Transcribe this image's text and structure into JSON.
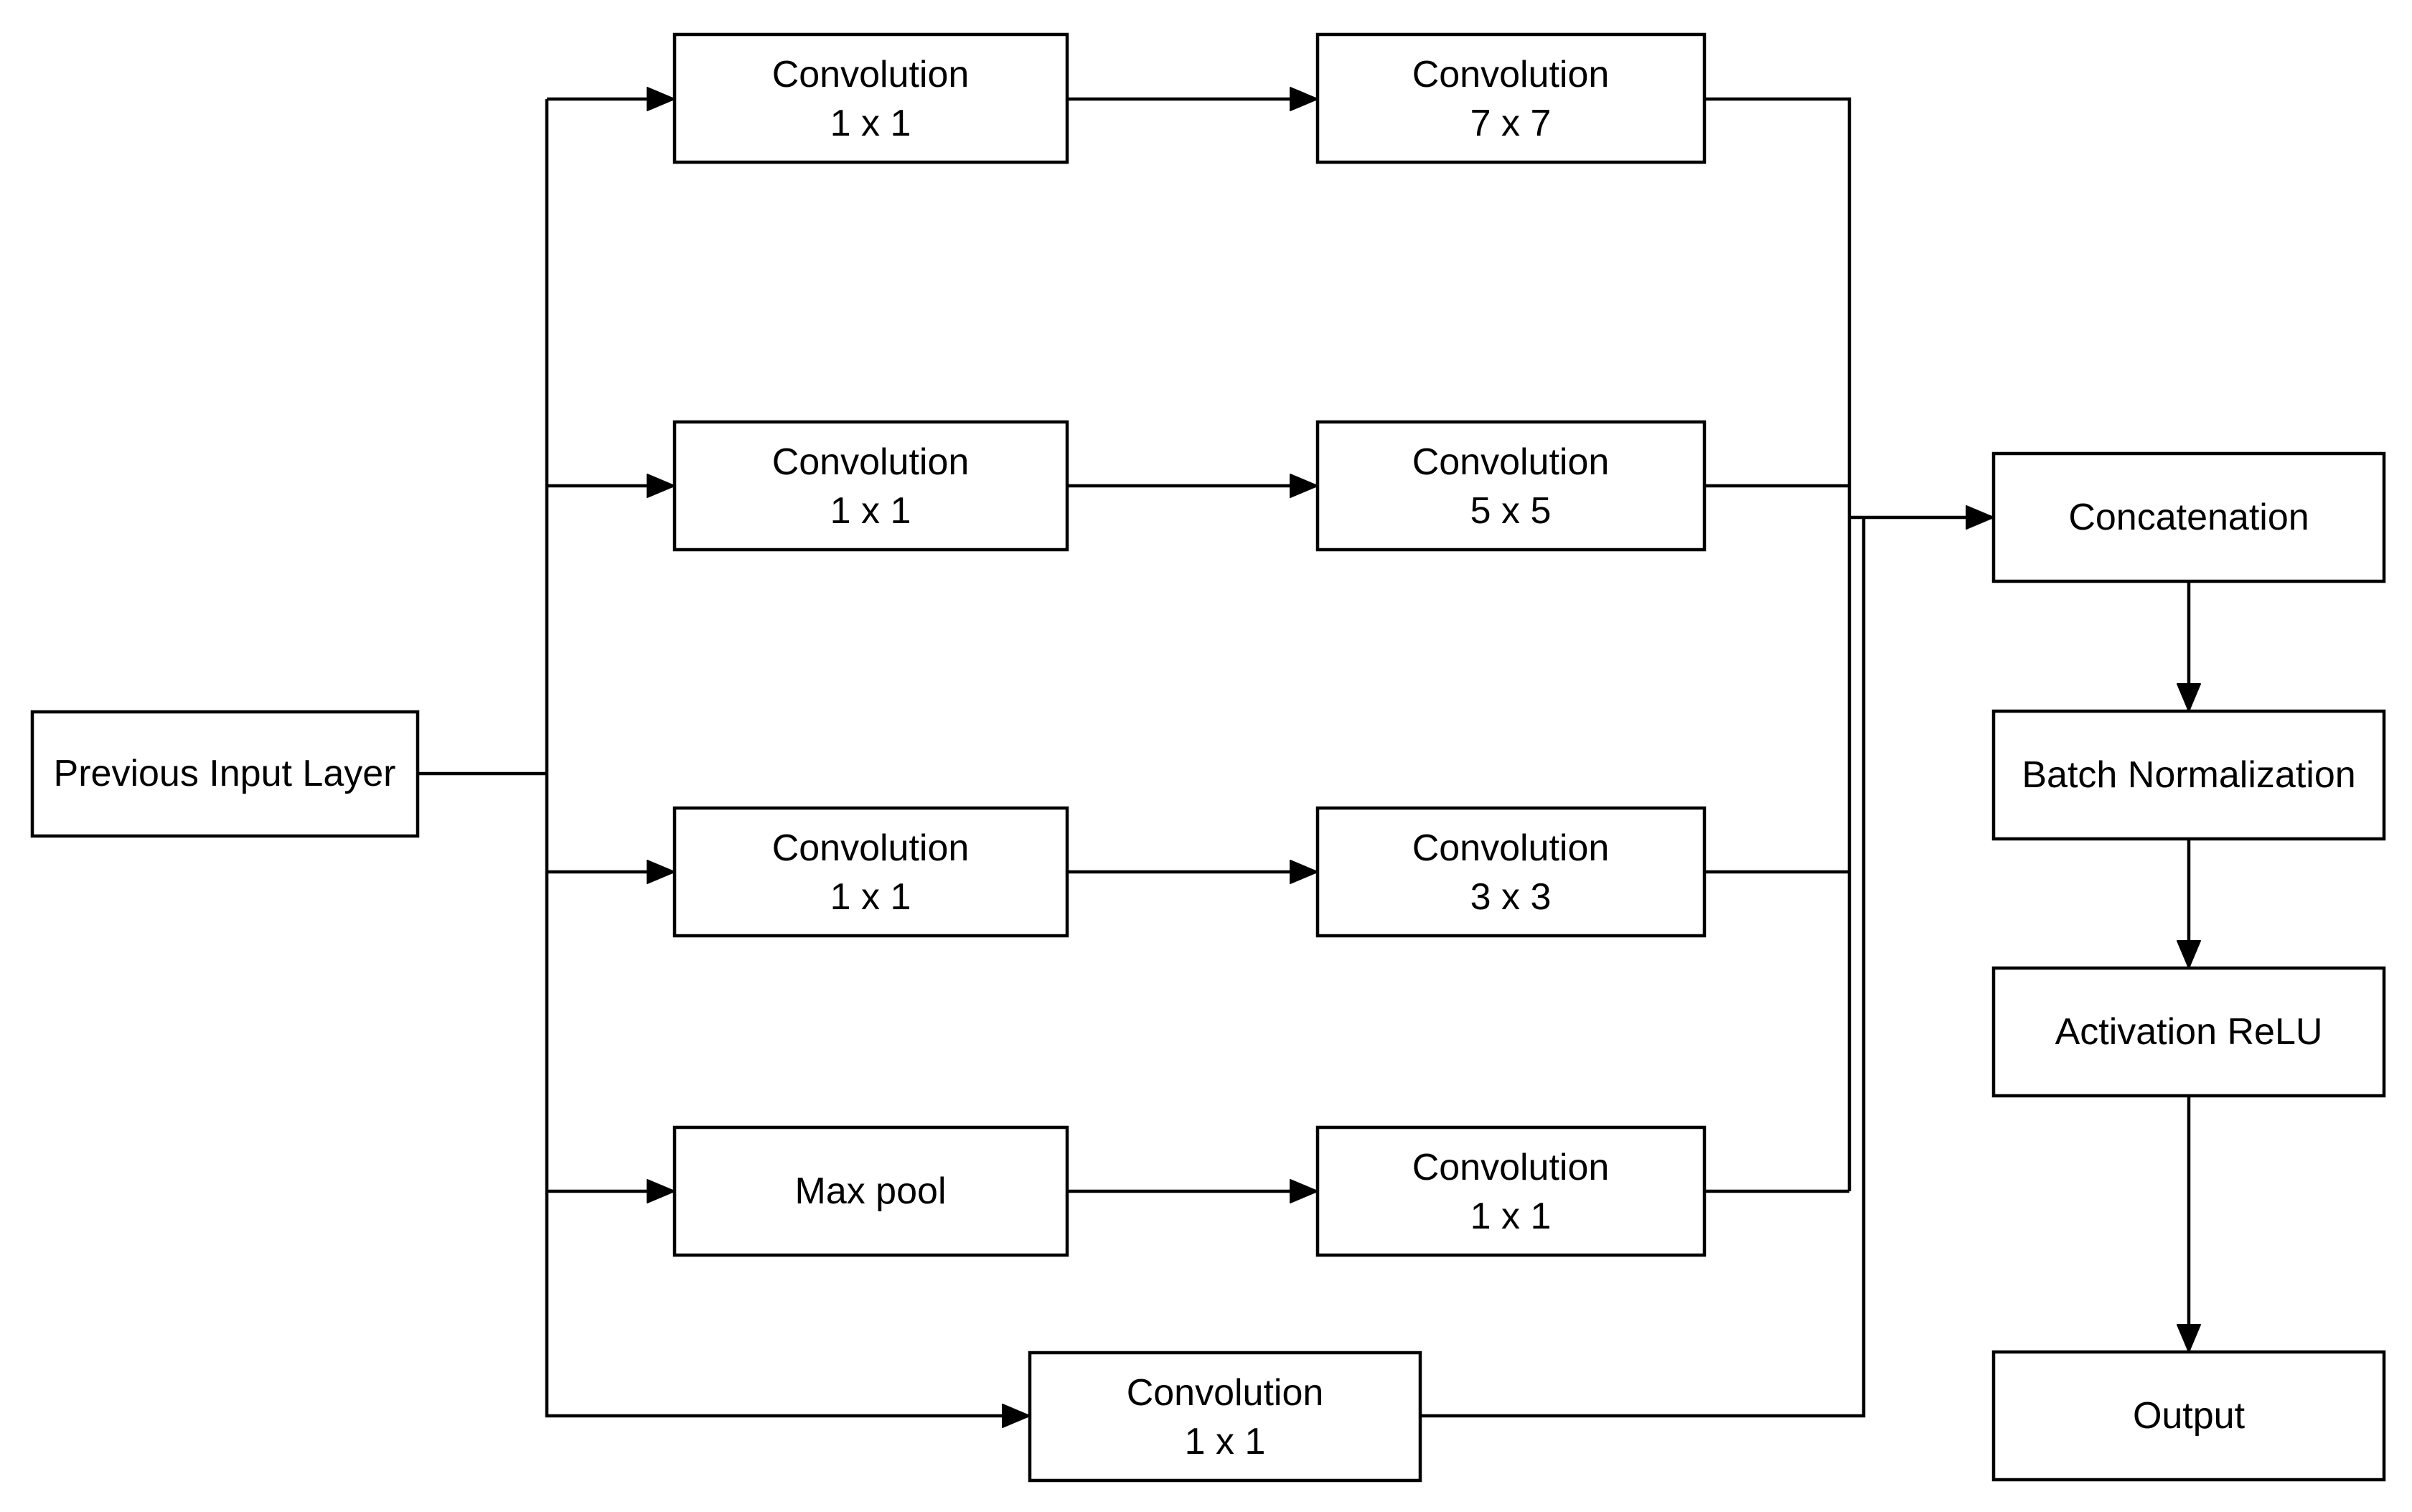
{
  "colors": {
    "background": "#ffffff",
    "node_fill": "#ffffff",
    "node_stroke": "#000000",
    "edge": "#000000",
    "text": "#000000"
  },
  "nodes": {
    "previous_input_layer": {
      "label": "Previous Input Layer"
    },
    "branch1_conv1x1": {
      "line1": "Convolution",
      "line2": "1 x 1"
    },
    "branch1_conv7x7": {
      "line1": "Convolution",
      "line2": "7 x 7"
    },
    "branch2_conv1x1": {
      "line1": "Convolution",
      "line2": "1 x 1"
    },
    "branch2_conv5x5": {
      "line1": "Convolution",
      "line2": "5 x 5"
    },
    "branch3_conv1x1": {
      "line1": "Convolution",
      "line2": "1 x 1"
    },
    "branch3_conv3x3": {
      "line1": "Convolution",
      "line2": "3 x 3"
    },
    "branch4_maxpool": {
      "label": "Max pool"
    },
    "branch4_conv1x1": {
      "line1": "Convolution",
      "line2": "1 x 1"
    },
    "branch5_conv1x1": {
      "line1": "Convolution",
      "line2": "1 x 1"
    },
    "concatenation": {
      "label": "Concatenation"
    },
    "batch_normalization": {
      "label": "Batch Normalization"
    },
    "activation_relu": {
      "label": "Activation ReLU"
    },
    "output": {
      "label": "Output"
    }
  },
  "edges": [
    {
      "from": "previous_input_layer",
      "to": "branch1_conv1x1",
      "arrow": true
    },
    {
      "from": "previous_input_layer",
      "to": "branch2_conv1x1",
      "arrow": true
    },
    {
      "from": "previous_input_layer",
      "to": "branch3_conv1x1",
      "arrow": true
    },
    {
      "from": "previous_input_layer",
      "to": "branch4_maxpool",
      "arrow": true
    },
    {
      "from": "previous_input_layer",
      "to": "branch5_conv1x1",
      "arrow": true
    },
    {
      "from": "branch1_conv1x1",
      "to": "branch1_conv7x7",
      "arrow": true
    },
    {
      "from": "branch2_conv1x1",
      "to": "branch2_conv5x5",
      "arrow": true
    },
    {
      "from": "branch3_conv1x1",
      "to": "branch3_conv3x3",
      "arrow": true
    },
    {
      "from": "branch4_maxpool",
      "to": "branch4_conv1x1",
      "arrow": true
    },
    {
      "from": "branch1_conv7x7",
      "to": "concatenation",
      "arrow": true
    },
    {
      "from": "branch2_conv5x5",
      "to": "concatenation",
      "arrow": true
    },
    {
      "from": "branch3_conv3x3",
      "to": "concatenation",
      "arrow": true
    },
    {
      "from": "branch4_conv1x1",
      "to": "concatenation",
      "arrow": true
    },
    {
      "from": "branch5_conv1x1",
      "to": "concatenation",
      "arrow": true
    },
    {
      "from": "concatenation",
      "to": "batch_normalization",
      "arrow": true
    },
    {
      "from": "batch_normalization",
      "to": "activation_relu",
      "arrow": true
    },
    {
      "from": "activation_relu",
      "to": "output",
      "arrow": true
    }
  ]
}
